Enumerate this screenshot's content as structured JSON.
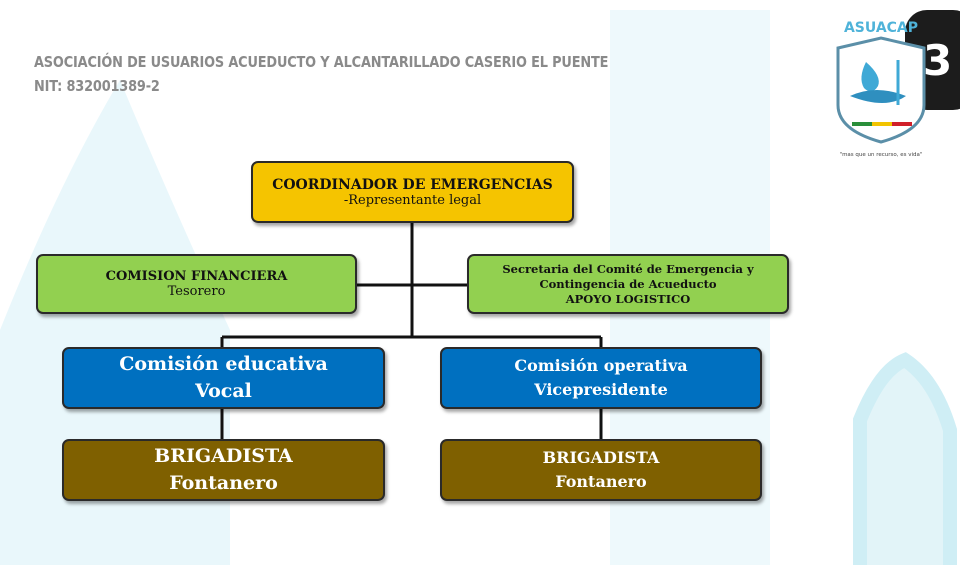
{
  "header": {
    "line1": "ASOCIACIÓN DE USUARIOS ACUEDUCTO Y ALCANTARILLADO CASERIO EL PUENTE",
    "line2": "NIT: 832001389-2"
  },
  "logo": {
    "name": "ASUACAP",
    "slogan": "\"mas que un recurso, es vida\""
  },
  "page_number": "3",
  "colors": {
    "yellow": "#f5c400",
    "green": "#92d050",
    "blue": "#0070c0",
    "brown": "#7f6000"
  },
  "org": {
    "coordinator": {
      "title": "COORDINADOR DE EMERGENCIAS",
      "subtitle": "-Representante legal"
    },
    "financial": {
      "title": "COMISION FINANCIERA",
      "subtitle": "Tesorero"
    },
    "secretary": {
      "line1": "Secretaria del Comité de Emergencia y",
      "line2": "Contingencia de Acueducto",
      "line3": "APOYO LOGISTICO"
    },
    "education": {
      "title": "Comisión educativa",
      "subtitle": "Vocal"
    },
    "operations": {
      "title": "Comisión operativa",
      "subtitle": "Vicepresidente"
    },
    "brigade_left": {
      "title": "BRIGADISTA",
      "subtitle": "Fontanero"
    },
    "brigade_right": {
      "title": "BRIGADISTA",
      "subtitle": "Fontanero"
    }
  }
}
